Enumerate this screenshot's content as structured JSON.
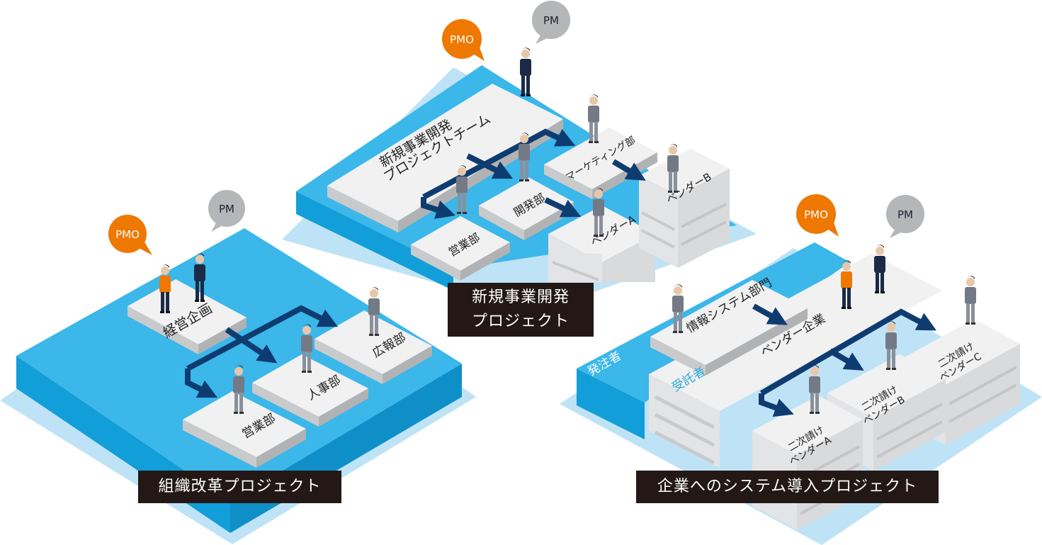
{
  "colors": {
    "platform_top": "#3bb7ea",
    "platform_side": "#129ed8",
    "shadow": "#bfe3f6",
    "block_top": "#f1f1f2",
    "block_side": "#c9cacb",
    "arrow": "#0f3c70",
    "pmo_bubble": "#ee7800",
    "pm_bubble": "#b5b6b8",
    "caption_bg": "#231815",
    "person_suit_dark": "#1b2a46",
    "person_suit_gray": "#737a86"
  },
  "project_org_reform": {
    "caption": "組織改革プロジェクト",
    "pmo_label": "PMO",
    "pm_label": "PM",
    "departments": {
      "planning": "経営企画",
      "hr": "人事部",
      "pr": "広報部",
      "sales": "営業部"
    }
  },
  "project_new_business": {
    "caption": "新規事業開発\nプロジェクト",
    "pmo_label": "PMO",
    "pm_label": "PM",
    "team_line1": "新規事業開発",
    "team_line2": "プロジェクトチーム",
    "departments": {
      "dev": "開発部",
      "marketing": "マーケティング部",
      "sales": "営業部"
    },
    "vendors": {
      "a": "ベンダーA",
      "b": "ベンダーB"
    }
  },
  "project_system_intro": {
    "caption": "企業へのシステム導入プロジェクト",
    "pmo_label": "PMO",
    "pm_label": "PM",
    "orderer_label": "発注者",
    "contractor_label": "受託者",
    "it_department": "情報システム部門",
    "vendor_company": "ベンダー企業",
    "sub_a_line1": "二次請け",
    "sub_a_line2": "ベンダーA",
    "sub_b_line1": "二次請け",
    "sub_b_line2": "ベンダーB",
    "sub_c_line1": "二次請け",
    "sub_c_line2": "ベンダーC"
  }
}
